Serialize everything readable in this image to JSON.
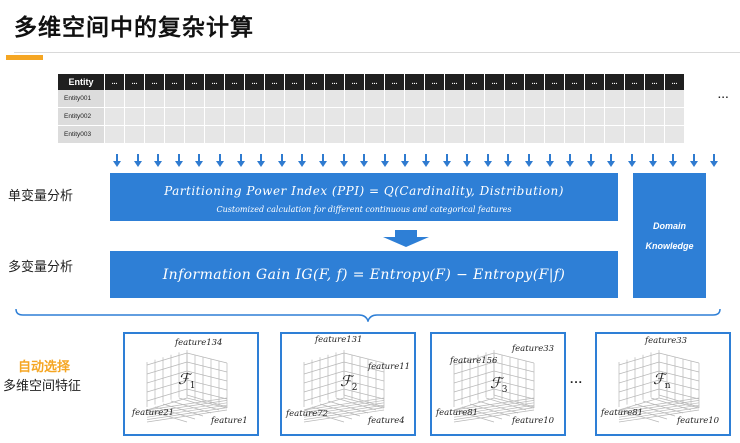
{
  "page": {
    "title": "多维空间中的复杂计算"
  },
  "entity_table": {
    "header_first": "Entity",
    "header_cell": "...",
    "column_count": 29,
    "rows": [
      "Entity001",
      "Entity002",
      "Entity003"
    ],
    "more": "..."
  },
  "labels": {
    "univariate": "单变量分析",
    "multivariate": "多变量分析",
    "auto_select": "自动选择",
    "multidim_features": "多维空间特征"
  },
  "ppi": {
    "formula": "Partitioning Power Index (PPI) = Q(Cardinality, Distribution)",
    "subtitle": "Customized calculation for different continuous and categorical features"
  },
  "ig": {
    "formula": "Information Gain IG(F, f) = Entropy(F) − Entropy(F|f)"
  },
  "domain": {
    "line1": "Domain",
    "line2": "Knowledge"
  },
  "feature_spaces": [
    {
      "symbol": "ℱ",
      "sub": "1",
      "features": [
        "feature134",
        "feature21",
        "feature1"
      ]
    },
    {
      "symbol": "ℱ",
      "sub": "2",
      "features": [
        "feature131",
        "feature11",
        "feature72",
        "feature4"
      ]
    },
    {
      "symbol": "ℱ",
      "sub": "3",
      "features": [
        "feature156",
        "feature33",
        "feature81",
        "feature10"
      ]
    },
    {
      "symbol": "ℱ",
      "sub": "n",
      "features": [
        "feature33",
        "feature81",
        "feature10"
      ]
    }
  ],
  "feature_ellipsis": "...",
  "colors": {
    "accent_blue": "#2e7fd6",
    "accent_orange": "#f5a623",
    "header_dark": "#202020"
  }
}
